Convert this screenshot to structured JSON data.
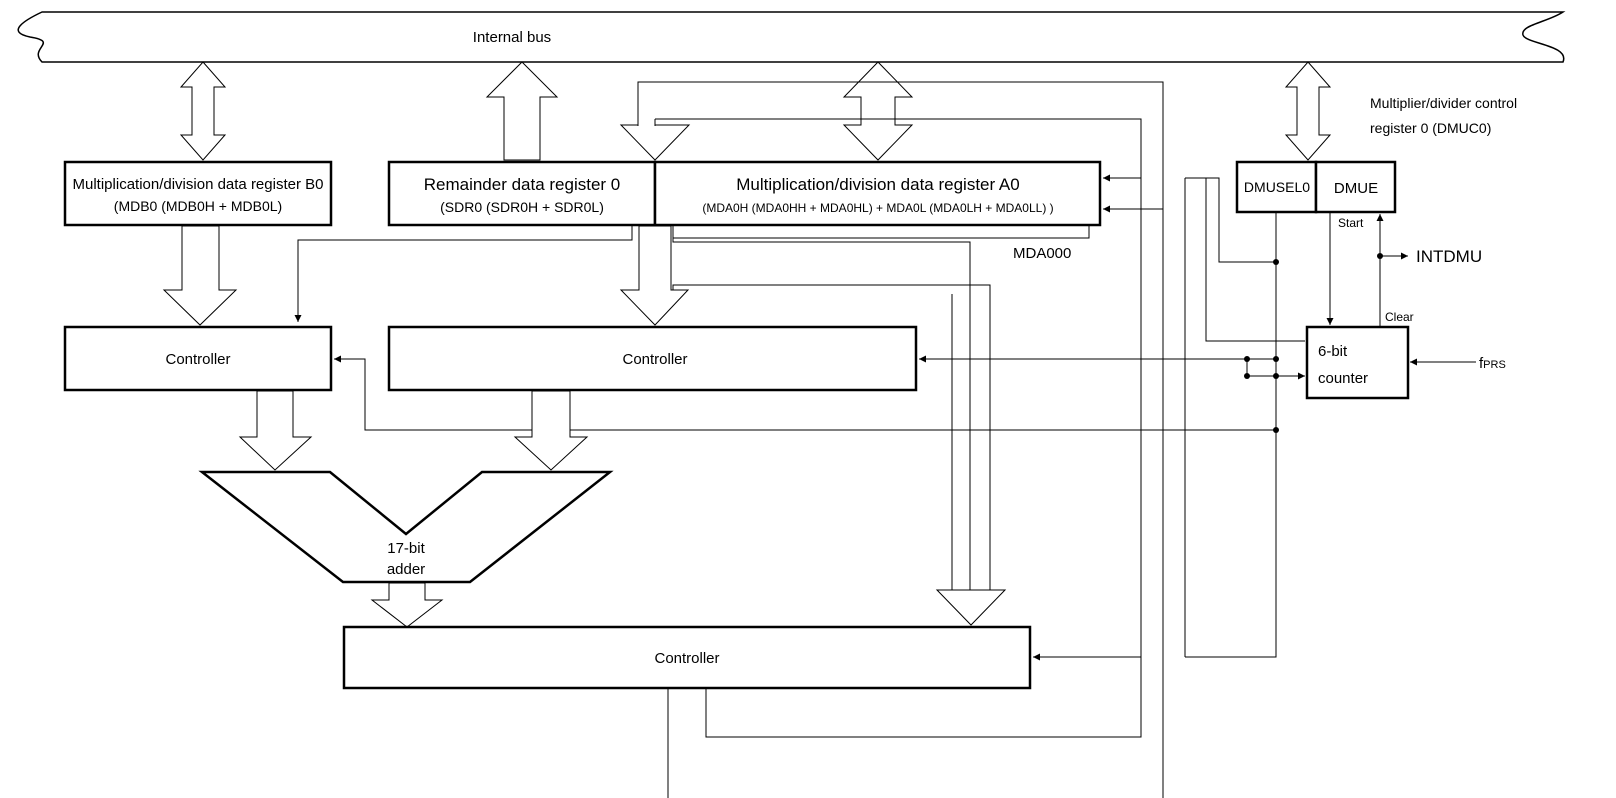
{
  "bus": {
    "label": "Internal bus"
  },
  "registers": {
    "mdb0": {
      "title": "Multiplication/division data register B0",
      "subtitle": "(MDB0 (MDB0H + MDB0L)"
    },
    "sdr0": {
      "title": "Remainder data register 0",
      "subtitle": "(SDR0 (SDR0H + SDR0L)"
    },
    "mda0": {
      "title": "Multiplication/division data register A0",
      "subtitle": "(MDA0H (MDA0HH + MDA0HL) + MDA0L (MDA0LH + MDA0LL) )",
      "bit_label": "MDA000"
    },
    "dmuc0": {
      "label_line1": "Multiplier/divider control",
      "label_line2": "register 0 (DMUC0)",
      "dmusel0": "DMUSEL0",
      "dmue": "DMUE"
    }
  },
  "controllers": {
    "left": "Controller",
    "middle": "Controller",
    "bottom": "Controller"
  },
  "adder": {
    "line1": "17-bit",
    "line2": "adder"
  },
  "counter": {
    "line1": "6-bit",
    "line2": "counter"
  },
  "signals": {
    "start": "Start",
    "clear": "Clear",
    "intdmu": "INTDMU",
    "fprs_main": "f",
    "fprs_sub": "PRS"
  }
}
